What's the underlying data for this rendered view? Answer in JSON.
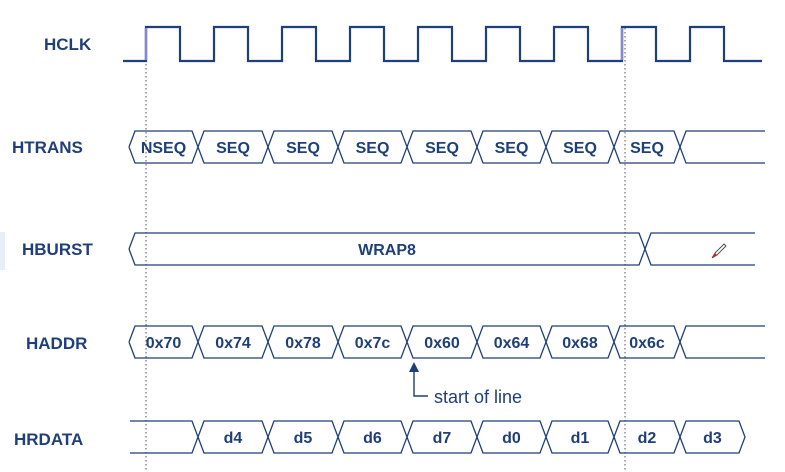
{
  "signals": [
    {
      "id": "hclk",
      "label": "HCLK"
    },
    {
      "id": "htrans",
      "label": "HTRANS"
    },
    {
      "id": "hburst",
      "label": "HBURST"
    },
    {
      "id": "haddr",
      "label": "HADDR"
    },
    {
      "id": "hrdata",
      "label": "HRDATA"
    }
  ],
  "htrans_values": [
    "NSEQ",
    "SEQ",
    "SEQ",
    "SEQ",
    "SEQ",
    "SEQ",
    "SEQ",
    "SEQ",
    ""
  ],
  "hburst_values": [
    "WRAP8",
    ""
  ],
  "haddr_values": [
    "0x70",
    "0x74",
    "0x78",
    "0x7c",
    "0x60",
    "0x64",
    "0x68",
    "0x6c",
    ""
  ],
  "hrdata_values": [
    "",
    "d4",
    "d5",
    "d6",
    "d7",
    "d0",
    "d1",
    "d2",
    "d3"
  ],
  "annotation": {
    "text": "start of line"
  },
  "colors": {
    "signal": "#1f3f7a",
    "clock_high_edge": "#8a88cc",
    "pen_icon": "#cc2222"
  },
  "icons": [
    "pen-cursor-icon"
  ]
}
